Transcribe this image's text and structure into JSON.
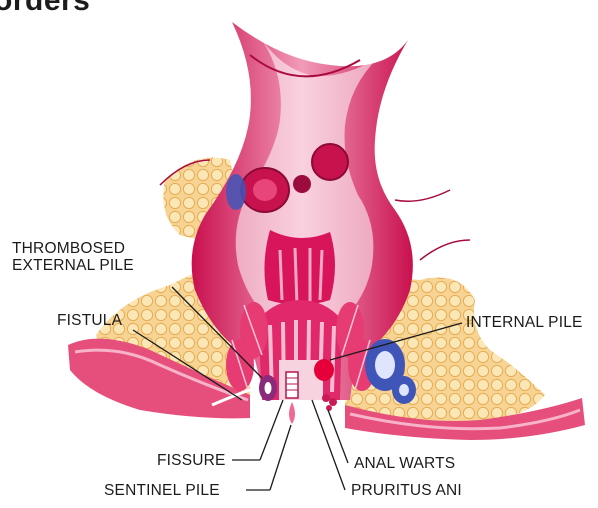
{
  "title": "orders",
  "labels": {
    "thrombosed_external_pile": [
      "THROMBOSED",
      "EXTERNAL PILE"
    ],
    "fistula": "FISTULA",
    "internal_pile": "INTERNAL PILE",
    "fissure": "FISSURE",
    "sentinel_pile": "SENTINEL PILE",
    "anal_warts": "ANAL WARTS",
    "pruritus_ani": "PRURITUS ANI"
  },
  "colors": {
    "tissue": "#d8155a",
    "tissue_light": "#ee7fa6",
    "fat": "#f6cf86",
    "vein": "#3f56b8",
    "leader_line": "#1b1b1b"
  }
}
